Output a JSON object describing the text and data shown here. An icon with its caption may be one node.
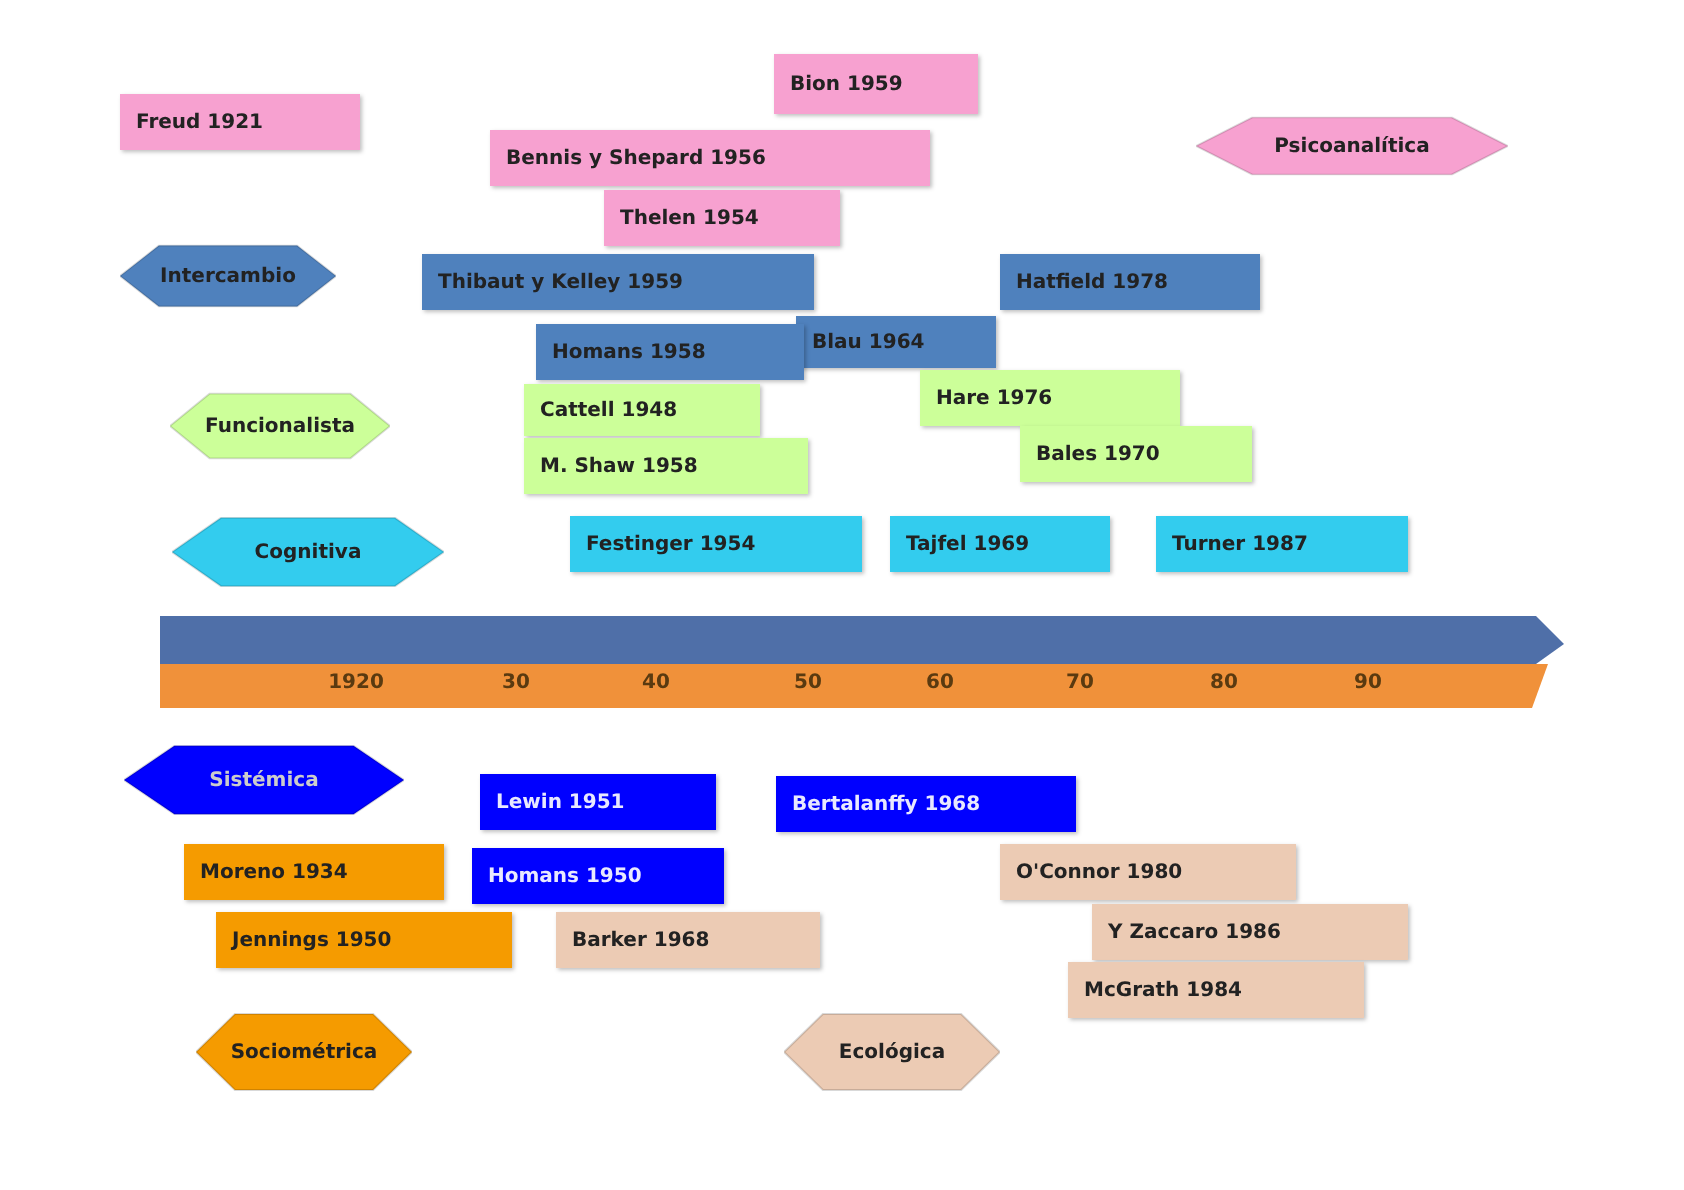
{
  "diagram": {
    "nodes": [
      {
        "text": [
          "Bion 1959"
        ]
      },
      {
        "text": [
          "Freud 1921"
        ]
      },
      {
        "text": [
          "Psicoanalítica"
        ]
      },
      {
        "text": [
          "Bennis y Shepard 1956"
        ]
      },
      {
        "text": [
          "Thelen 1954"
        ]
      },
      {
        "text": [
          "Intercambio"
        ]
      },
      {
        "text": [
          "Thibaut y Kelley 1959"
        ]
      },
      {
        "text": [
          "Hatfield 1978"
        ]
      },
      {
        "text": [
          "Blau 1964"
        ]
      },
      {
        "text": [
          "Homans 1958"
        ]
      },
      {
        "text": [
          "Funcionalista"
        ]
      },
      {
        "text": [
          "Cattell 1948"
        ]
      },
      {
        "text": [
          "Hare 1976"
        ]
      },
      {
        "text": [
          "Bales 1970"
        ]
      },
      {
        "text": [
          "M. Shaw 1958"
        ]
      },
      {
        "text": [
          "Cognitiva"
        ]
      },
      {
        "text": [
          "Festinger 1954"
        ]
      },
      {
        "text": [
          "Tajfel 1969"
        ]
      },
      {
        "text": [
          "Turner 1987"
        ]
      },
      {
        "text": [
          "Sistémica"
        ]
      },
      {
        "text": [
          "Lewin 1951"
        ]
      },
      {
        "text": [
          "Bertalanffy 1968"
        ]
      },
      {
        "text": [
          "Moreno 1934"
        ]
      },
      {
        "text": [
          "Homans 1950"
        ]
      },
      {
        "text": [
          "O'Connor 1980"
        ]
      },
      {
        "text": [
          "Jennings 1950"
        ]
      },
      {
        "text": [
          "Barker 1968"
        ]
      },
      {
        "text": [
          "Y Zaccaro 1986"
        ]
      },
      {
        "text": [
          "McGrath 1984"
        ]
      },
      {
        "text": [
          "Sociométrica"
        ]
      },
      {
        "text": [
          "Ecológica"
        ]
      }
    ],
    "edges": [],
    "labels": [
      "1920",
      "30",
      "40",
      "50",
      "60",
      "70",
      "80",
      "90"
    ]
  }
}
